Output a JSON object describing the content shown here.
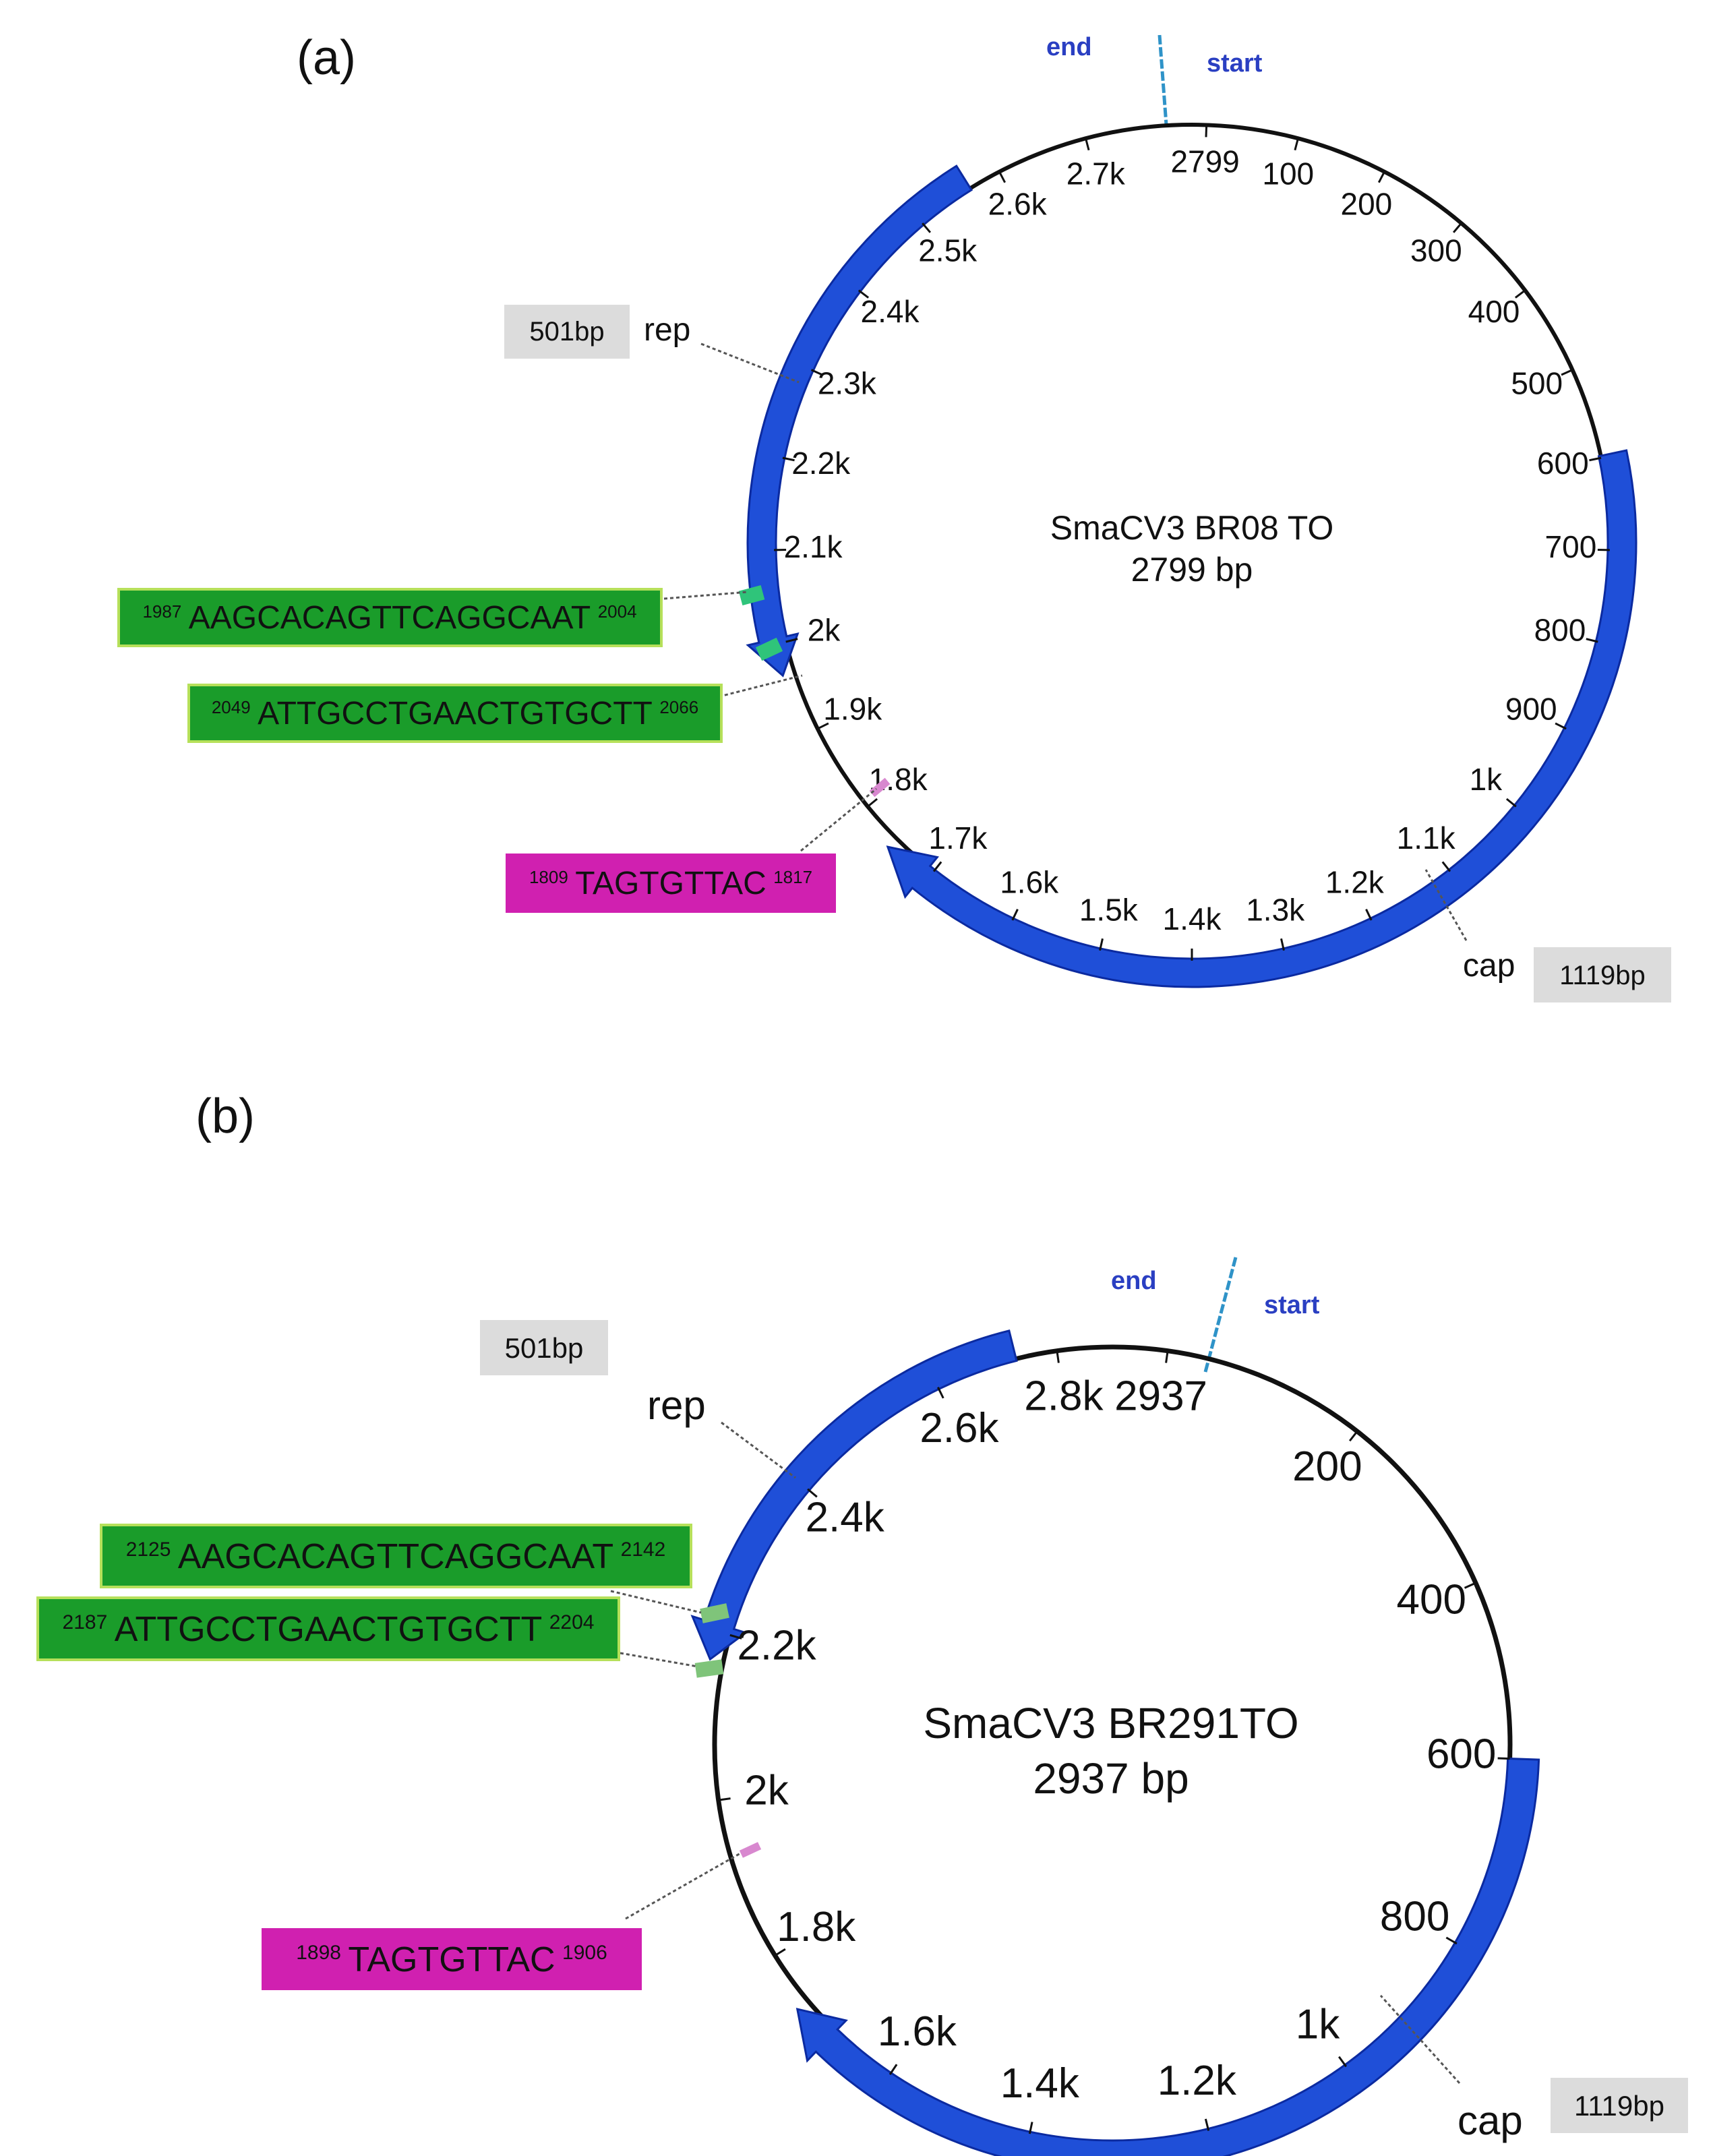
{
  "panels": [
    {
      "id": "a",
      "label": "(a)",
      "plasmid_name": "SmaCV3 BR08 TO",
      "plasmid_size": "2799 bp",
      "end_label": "end",
      "start_label": "start",
      "ticks": [
        "2799",
        "100",
        "200",
        "300",
        "400",
        "500",
        "600",
        "700",
        "800",
        "900",
        "1k",
        "1.1k",
        "1.2k",
        "1.3k",
        "1.4k",
        "1.5k",
        "1.6k",
        "1.7k",
        "1.8k",
        "1.9k",
        "2k",
        "2.1k",
        "2.2k",
        "2.3k",
        "2.4k",
        "2.5k",
        "2.6k",
        "2.7k"
      ],
      "rep": {
        "label": "rep",
        "size": "501bp"
      },
      "cap": {
        "label": "cap",
        "size": "1119bp"
      },
      "primers": [
        {
          "start": "1987",
          "seq": "AAGCACAGTTCAGGCAAT",
          "end": "2004",
          "color": "#1a9c2a"
        },
        {
          "start": "2049",
          "seq": "ATTGCCTGAACTGTGCTT",
          "end": "2066",
          "color": "#1a9c2a"
        },
        {
          "start": "1809",
          "seq": "TAGTGTTAC",
          "end": "1817",
          "color": "#d020b0"
        }
      ]
    },
    {
      "id": "b",
      "label": "(b)",
      "plasmid_name": "SmaCV3 BR291TO",
      "plasmid_size": "2937 bp",
      "end_label": "end",
      "start_label": "start",
      "ticks": [
        "2.8k",
        "2937",
        "200",
        "400",
        "600",
        "800",
        "1k",
        "1.2k",
        "1.4k",
        "1.6k",
        "1.8k",
        "2k",
        "2.2k",
        "2.4k",
        "2.6k"
      ],
      "rep": {
        "label": "rep",
        "size": "501bp"
      },
      "cap": {
        "label": "cap",
        "size": "1119bp"
      },
      "primers": [
        {
          "start": "2125",
          "seq": "AAGCACAGTTCAGGCAAT",
          "end": "2142",
          "color": "#1a9c2a"
        },
        {
          "start": "2187",
          "seq": "ATTGCCTGAACTGTGCTT",
          "end": "2204",
          "color": "#1a9c2a"
        },
        {
          "start": "1898",
          "seq": "TAGTGTTAC",
          "end": "1906",
          "color": "#d020b0"
        }
      ]
    }
  ],
  "colors": {
    "orf_arrow": "#1f4fd8",
    "orf_arrow_edge": "#0b2aa0",
    "start_end_line": "#2f93c8",
    "bp_box": "#dcdcdc",
    "primer_green": "#1a9c2a",
    "primer_green_border": "#b6e05a",
    "primer_magenta": "#d020b0",
    "marker_green": "#2fc47a",
    "marker_magenta": "#d888cf"
  }
}
